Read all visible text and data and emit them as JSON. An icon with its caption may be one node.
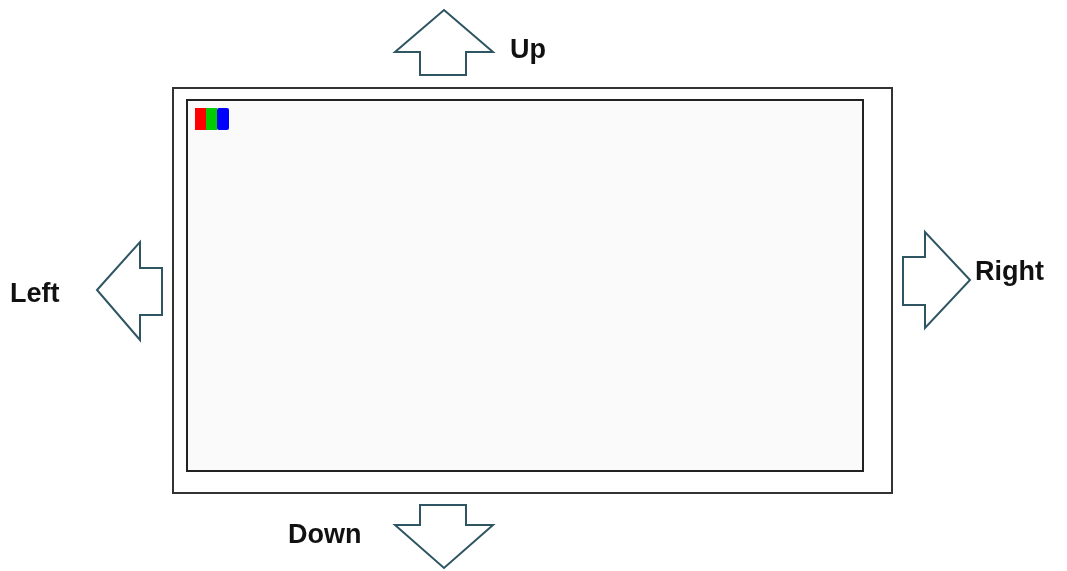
{
  "diagram": {
    "labels": [
      "Up",
      "Left",
      "Right",
      "Down"
    ]
  }
}
